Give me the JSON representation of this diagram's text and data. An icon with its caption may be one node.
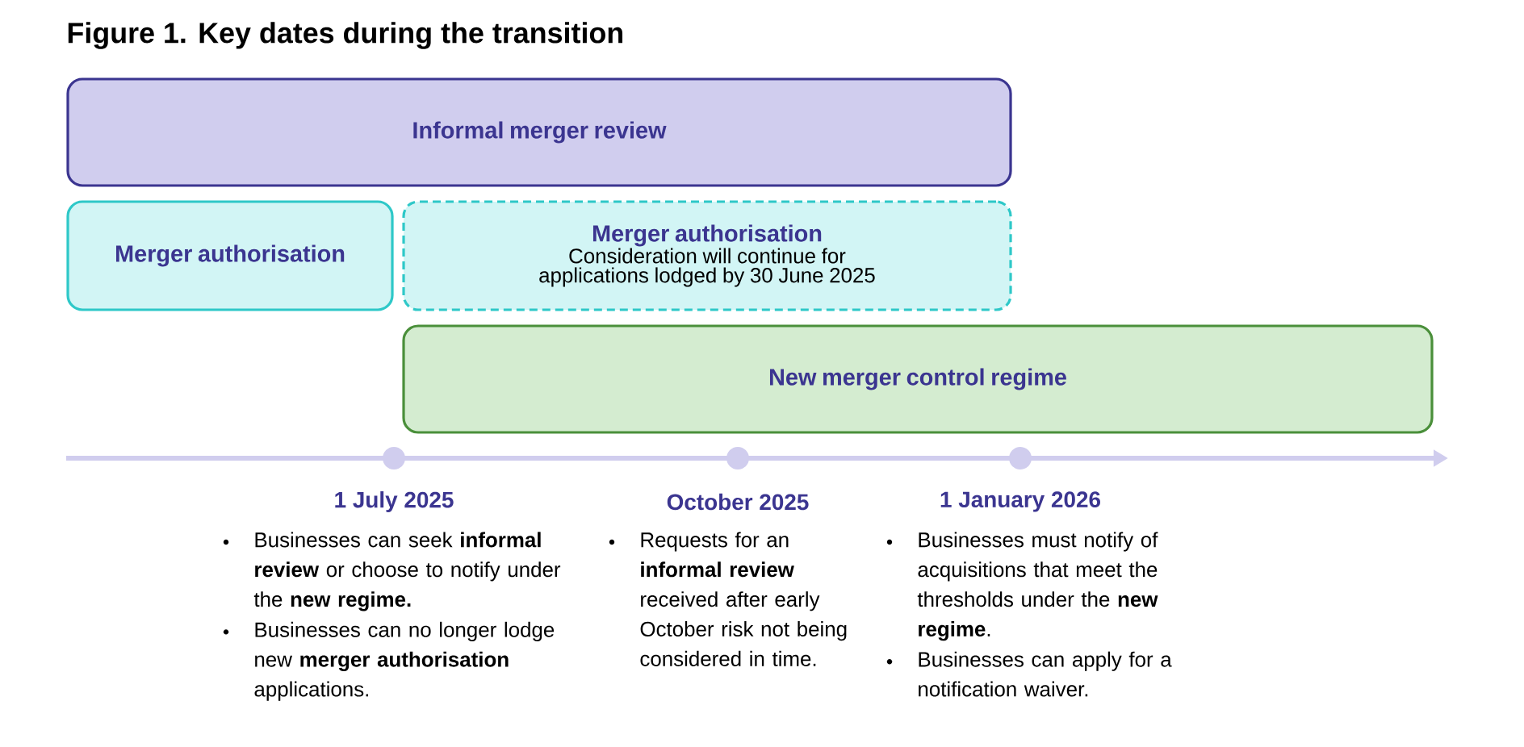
{
  "diagram": {
    "title": "Figure 1. Key dates during the transition",
    "nodes": [
      {
        "text": [
          "Informal merger review"
        ]
      },
      {
        "text": [
          "Merger authorisation"
        ]
      },
      {
        "text": [
          "Merger authorisation",
          "Consideration will continue for applications lodged by 30 June 2025"
        ]
      },
      {
        "text": [
          "New merger control regime"
        ]
      }
    ],
    "edges": [],
    "labels": [
      "1 July 2025",
      "Businesses can seek **informal review** or choose to notify under the **new regime.**",
      "Businesses can no longer lodge new **merger authorisation** applications.",
      "October 2025",
      "Requests for an **informal review** received after early October risk not being considered in time.",
      "1 January 2026",
      "Businesses must notify of acquisitions that meet the thresholds under the **new regime**.",
      "Businesses can apply for a notification waiver."
    ]
  }
}
